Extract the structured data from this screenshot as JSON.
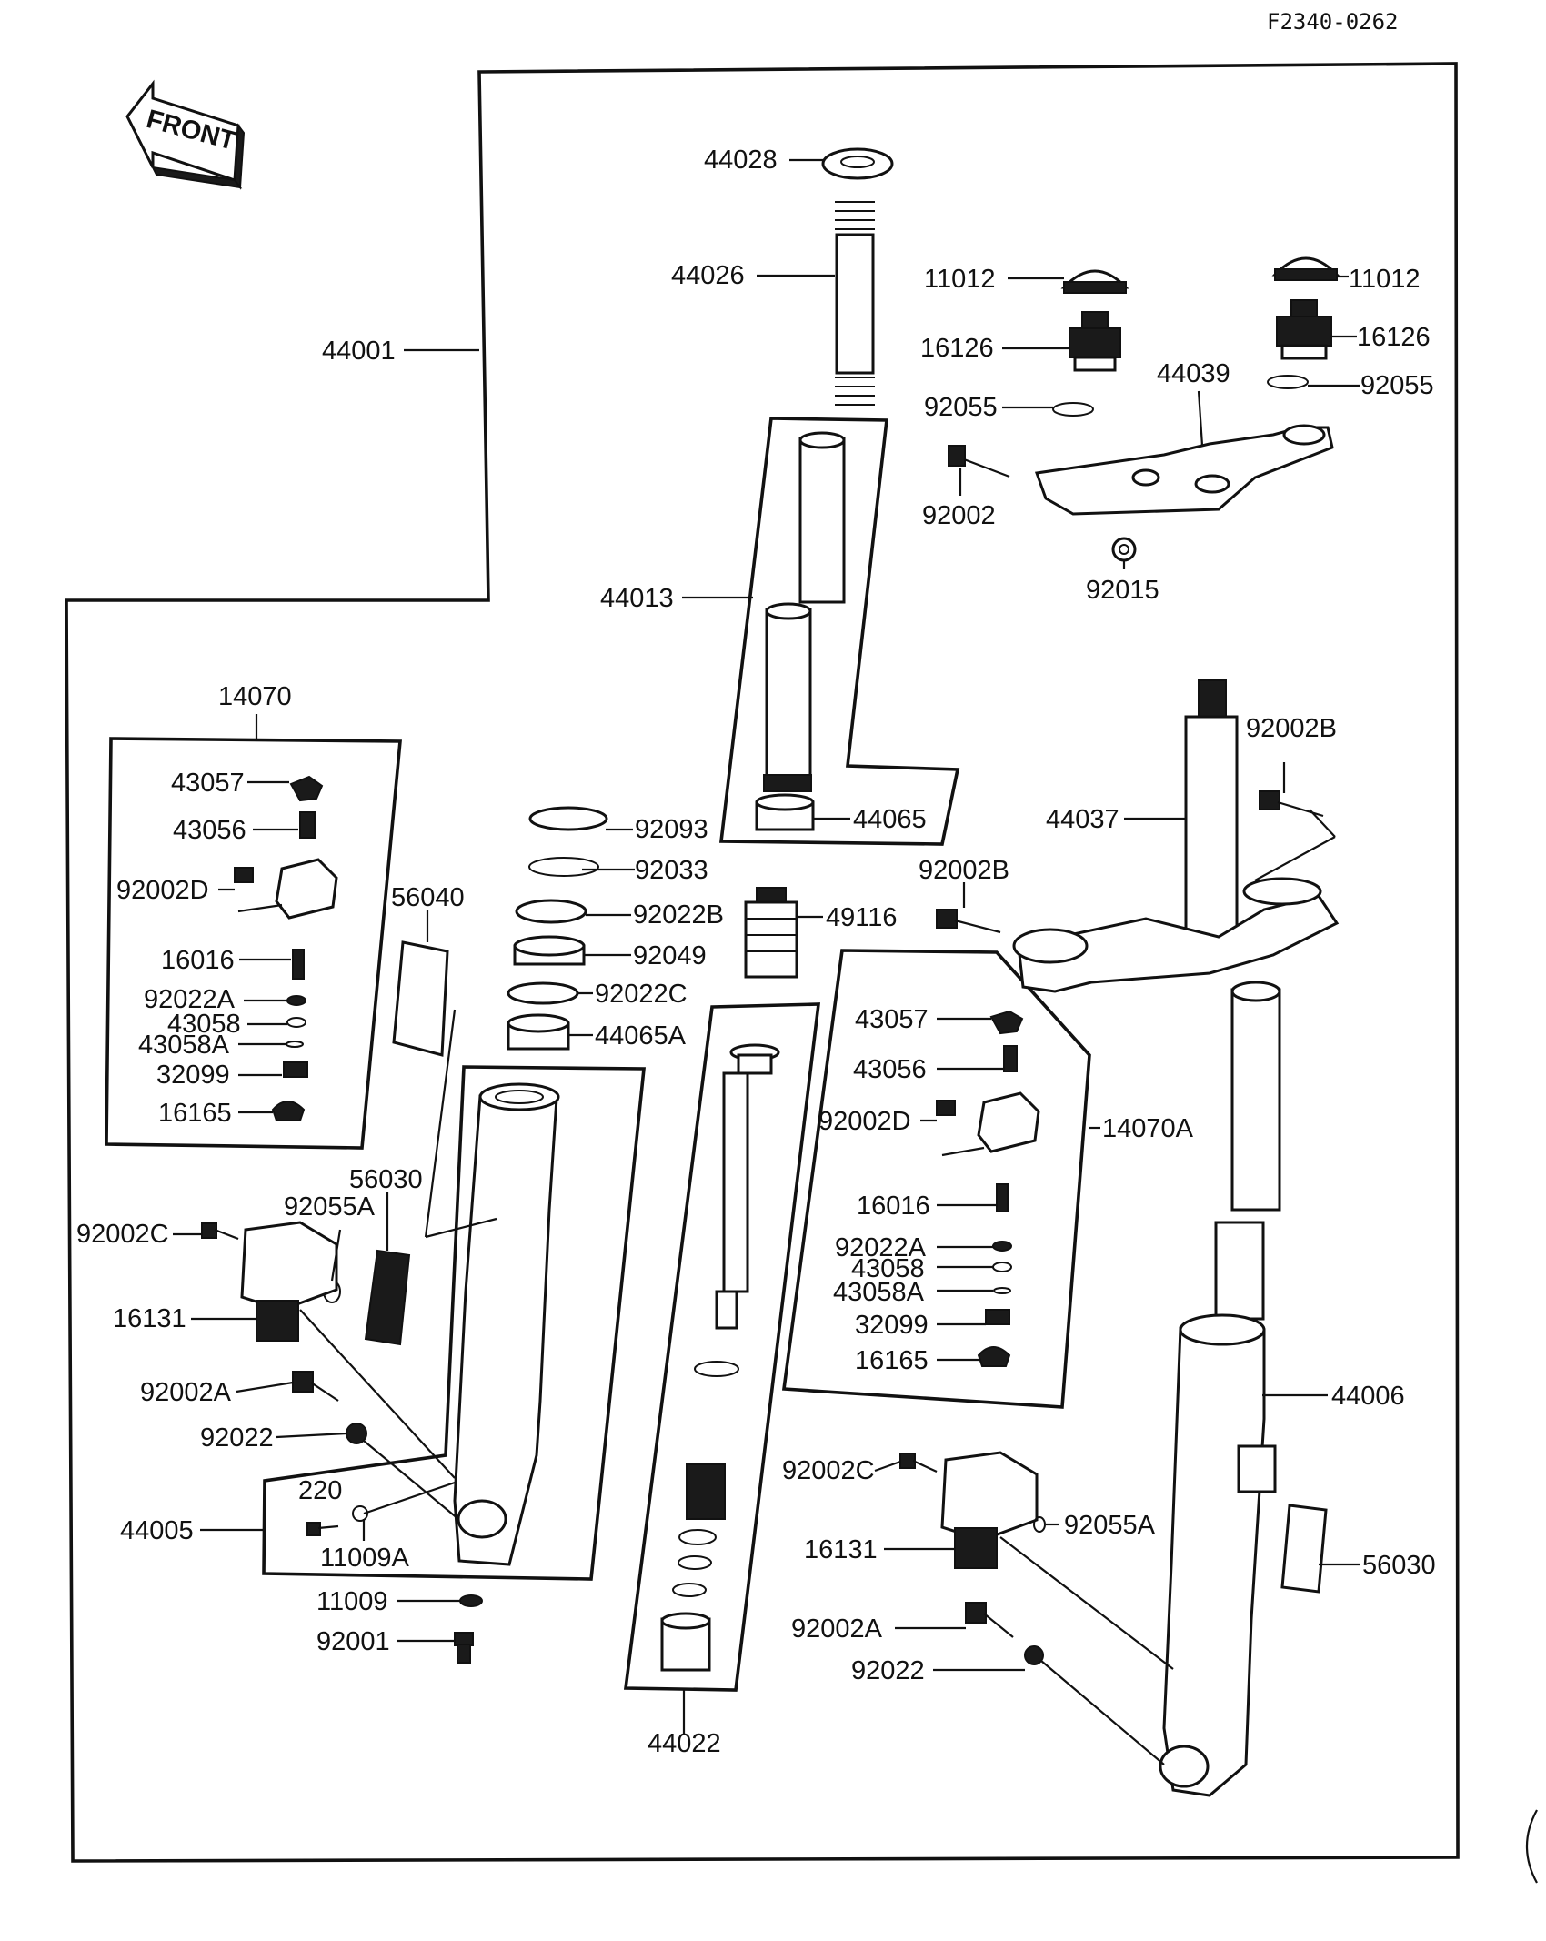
{
  "diagram_code": "F2340-0262",
  "front_label": "FRONT",
  "labels": {
    "l44028": "44028",
    "l44026": "44026",
    "l11012a": "11012",
    "l11012b": "11012",
    "l16126a": "16126",
    "l16126b": "16126",
    "l44039": "44039",
    "l92055a": "92055",
    "l92055b": "92055",
    "l92002": "92002",
    "l92015": "92015",
    "l44001": "44001",
    "l44013": "44013",
    "l14070": "14070",
    "l43057a": "43057",
    "l43056a": "43056",
    "l92002Da": "92002D",
    "l56040": "56040",
    "l16016a": "16016",
    "l92022Aa": "92022A",
    "l43058a": "43058",
    "l43058Aa": "43058A",
    "l32099a": "32099",
    "l16165a": "16165",
    "l92093": "92093",
    "l92033": "92033",
    "l92022B": "92022B",
    "l92049": "92049",
    "l92022C": "92022C",
    "l44065A": "44065A",
    "l44065": "44065",
    "l49116": "49116",
    "l92002Ba": "92002B",
    "l92002Bb": "92002B",
    "l44037": "44037",
    "l43057b": "43057",
    "l43056b": "43056",
    "l92002Db": "92002D",
    "l14070A": "14070A",
    "l16016b": "16016",
    "l92022Ab": "92022A",
    "l43058b": "43058",
    "l43058Ab": "43058A",
    "l32099b": "32099",
    "l16165b": "16165",
    "l56030a": "56030",
    "l92055Aa": "92055A",
    "l92002Ca": "92002C",
    "l16131a": "16131",
    "l92002Aa": "92002A",
    "l92022a": "92022",
    "l220": "220",
    "l44005": "44005",
    "l11009A": "11009A",
    "l11009": "11009",
    "l92001": "92001",
    "l44022": "44022",
    "l44006": "44006",
    "l92002Cb": "92002C",
    "l92055Ab": "92055A",
    "l16131b": "16131",
    "l56030b": "56030",
    "l92002Ab": "92002A",
    "l92022b": "92022"
  }
}
